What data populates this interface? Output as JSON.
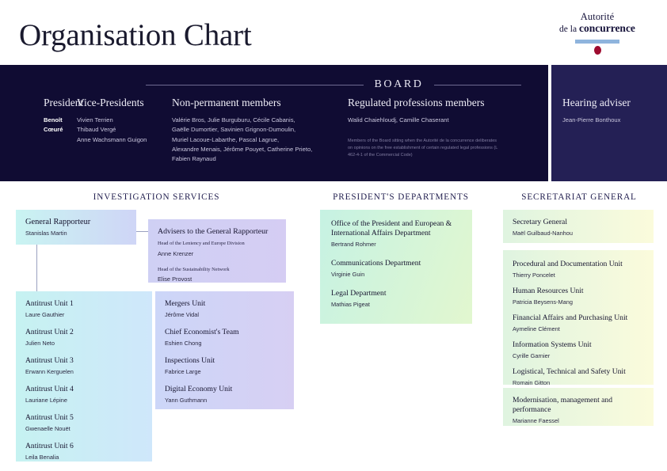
{
  "header": {
    "title": "Organisation Chart",
    "logo": {
      "line1": "Autorité",
      "line2_thin": "de la ",
      "line2_bold": "concurrence",
      "bar_color": "#8fb4dd",
      "dot_color": "#9e0b2f"
    }
  },
  "board": {
    "label": "BOARD",
    "background": "#100c33",
    "hearing_background": "#242055",
    "columns": [
      {
        "heading": "President",
        "names": [
          "Benoît Cœuré"
        ],
        "bold": true
      },
      {
        "heading": "Vice-Presidents",
        "names": [
          "Vivien Terrien",
          "Thibaud Vergé",
          "Anne Wachsmann Guigon"
        ],
        "bold": false
      },
      {
        "heading": "Non-permanent members",
        "names": [
          "Valérie Bros, Julie Burguburu, Cécile Cabanis,",
          "Gaëlle Dumortier, Savinien Grignon-Dumoulin,",
          "Muriel Lacoue-Labarthe, Pascal Lagrue,",
          "Alexandre Menais, Jérôme Pouyet, Catherine Prieto,",
          "Fabien Raynaud"
        ],
        "bold": false
      },
      {
        "heading": "Regulated professions members",
        "names": [
          "Walid Chaiehloudj, Camille Chaserant"
        ],
        "bold": false,
        "footnote": "Members of the Board sitting when the Autorité de la concurrence deliberates on opinions on the free establishment of certain regulated legal professions (L 462-4-1 of the Commercial Code)"
      }
    ],
    "hearing_adviser": {
      "heading": "Hearing adviser",
      "name": "Jean-Pierre Bonthoux"
    }
  },
  "sections": {
    "investigation": "INVESTIGATION SERVICES",
    "president": "PRESIDENT'S DEPARTMENTS",
    "secretariat": "SECRETARIAT GENERAL"
  },
  "investigation": {
    "general_rapporteur": {
      "title": "General Rapporteur",
      "name": "Stanislas Martin"
    },
    "advisers": {
      "title": "Advisers to the General Rapporteur",
      "items": [
        {
          "role": "Head of the Leniency and Europe Division",
          "name": "Anne Krenzer"
        },
        {
          "role": "Head of the Sustainability Network",
          "name": "Elise Provost"
        }
      ]
    },
    "antitrust_units": [
      {
        "title": "Antitrust Unit 1",
        "name": "Laure Gauthier"
      },
      {
        "title": "Antitrust Unit 2",
        "name": "Julien Neto"
      },
      {
        "title": "Antitrust Unit 3",
        "name": "Erwann Kerguelen"
      },
      {
        "title": "Antitrust Unit 4",
        "name": "Lauriane Lépine"
      },
      {
        "title": "Antitrust Unit 5",
        "name": "Gwenaelle Nouët"
      },
      {
        "title": "Antitrust Unit 6",
        "name": "Leila Benalia"
      }
    ],
    "teams": [
      {
        "title": "Mergers Unit",
        "name": "Jérôme Vidal"
      },
      {
        "title": "Chief Economist's Team",
        "name": "Eshien Chong"
      },
      {
        "title": "Inspections Unit",
        "name": "Fabrice Large"
      },
      {
        "title": "Digital Economy Unit",
        "name": "Yann Guthmann"
      }
    ]
  },
  "president_departments": [
    {
      "title": "Office of the President and European & International Affairs Department",
      "name": "Bertrand Rohmer"
    },
    {
      "title": "Communications Department",
      "name": "Virginie Guin"
    },
    {
      "title": "Legal Department",
      "name": "Mathias Pigeat"
    }
  ],
  "secretariat_general": {
    "head": {
      "title": "Secretary General",
      "name": "Maël Guilbaud-Nanhou"
    },
    "units": [
      {
        "title": "Procedural and Documentation Unit",
        "name": "Thierry Poncelet"
      },
      {
        "title": "Human Resources Unit",
        "name": "Patricia Beysens-Mang"
      },
      {
        "title": "Financial Affairs and Purchasing Unit",
        "name": "Aymeline Clément"
      },
      {
        "title": "Information Systems Unit",
        "name": "Cyrille Garnier"
      },
      {
        "title": "Logistical, Technical and Safety Unit",
        "name": "Romain Gitton"
      }
    ],
    "extra": {
      "title": "Modernisation, management and performance",
      "name": "Marianne Faessel"
    }
  }
}
